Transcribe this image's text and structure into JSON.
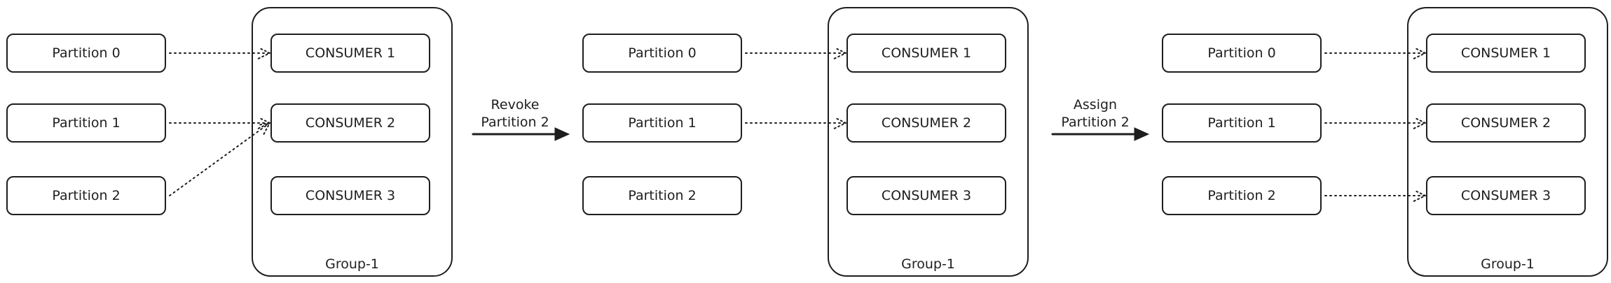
{
  "colors": {
    "stroke": "#1e1e1e",
    "background": "#ffffff"
  },
  "stages": [
    {
      "group_label": "Group-1",
      "partitions": [
        {
          "label": "Partition 0"
        },
        {
          "label": "Partition 1"
        },
        {
          "label": "Partition 2"
        }
      ],
      "consumers": [
        {
          "label": "CONSUMER 1"
        },
        {
          "label": "CONSUMER 2"
        },
        {
          "label": "CONSUMER 3"
        }
      ],
      "assignments": [
        {
          "partition": 0,
          "consumer": 0
        },
        {
          "partition": 1,
          "consumer": 1
        },
        {
          "partition": 2,
          "consumer": 1
        }
      ]
    },
    {
      "group_label": "Group-1",
      "partitions": [
        {
          "label": "Partition 0"
        },
        {
          "label": "Partition 1"
        },
        {
          "label": "Partition 2"
        }
      ],
      "consumers": [
        {
          "label": "CONSUMER 1"
        },
        {
          "label": "CONSUMER 2"
        },
        {
          "label": "CONSUMER 3"
        }
      ],
      "assignments": [
        {
          "partition": 0,
          "consumer": 0
        },
        {
          "partition": 1,
          "consumer": 1
        }
      ]
    },
    {
      "group_label": "Group-1",
      "partitions": [
        {
          "label": "Partition 0"
        },
        {
          "label": "Partition 1"
        },
        {
          "label": "Partition 2"
        }
      ],
      "consumers": [
        {
          "label": "CONSUMER 1"
        },
        {
          "label": "CONSUMER 2"
        },
        {
          "label": "CONSUMER 3"
        }
      ],
      "assignments": [
        {
          "partition": 0,
          "consumer": 0
        },
        {
          "partition": 1,
          "consumer": 1
        },
        {
          "partition": 2,
          "consumer": 2
        }
      ]
    }
  ],
  "transitions": [
    {
      "lines": [
        "Revoke",
        "Partition 2"
      ]
    },
    {
      "lines": [
        "Assign",
        "Partition 2"
      ]
    }
  ]
}
